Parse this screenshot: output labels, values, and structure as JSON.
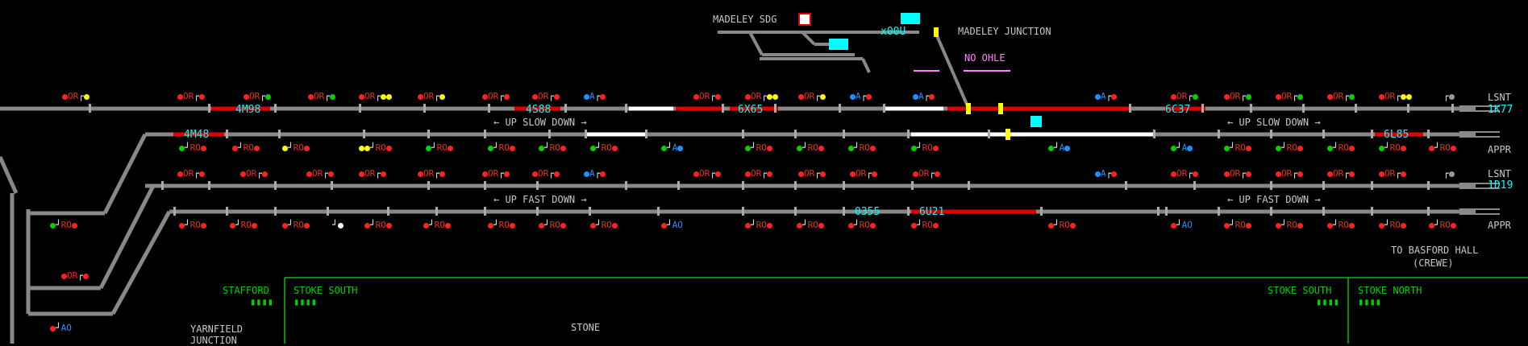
{
  "title": "MADELEY JUNCTION",
  "top_labels": {
    "madeley_sdg": "MADELEY SDG",
    "no_ohle": "NO OHLE",
    "madeley_junction": "MADELEY JUNCTION"
  },
  "direction_labels": {
    "up_slow_down": "UP SLOW DOWN",
    "up_fast_down": "UP FAST DOWN"
  },
  "right_labels": {
    "lsnt_1": "LSNT",
    "lsnt_1_code": "1K77",
    "appr_1": "APPR",
    "lsnt_2": "LSNT",
    "lsnt_2_code": "1D19",
    "appr_2": "APPR",
    "basford_1": "TO BASFORD HALL",
    "basford_2": "(CREWE)"
  },
  "berths": {
    "b_4m98": "4M98",
    "b_4s88": "4S88",
    "b_6x65": "6X65",
    "b_6c37": "6C37",
    "b_x00u": "x00U",
    "b_4m48": "4M48",
    "b_6l85": "6L85",
    "b_0355": "0355",
    "b_6u21": "6U21"
  },
  "panels": {
    "stafford": "STAFFORD",
    "stoke_south_left": "STOKE SOUTH",
    "stoke_south_right": "STOKE SOUTH",
    "stoke_north": "STOKE NORTH",
    "stone": "STONE",
    "yarnfield_1": "YARNFIELD",
    "yarnfield_2": "JUNCTION",
    "stafford_bar": "▮▮▮▮",
    "stoke_south_left_bar": "▮▮▮▮",
    "stoke_south_right_bar": "▮▮▮▮",
    "stoke_north_bar": "▮▮▮▮"
  },
  "signal_text": {
    "or": "OR",
    "ro": "RO",
    "a": "A",
    "ao": "AO"
  },
  "colors": {
    "track": "#888888",
    "occupied": "#e00000",
    "route_set": "#ffffff",
    "berth": "#00ffff",
    "panel_border": "#00c000",
    "signal_red": "#ff2020",
    "signal_green": "#00d000",
    "signal_yellow": "#ffff00",
    "signal_blue": "#2090ff",
    "label_grey": "#c8c8c8",
    "pink": "#ff80ff"
  }
}
